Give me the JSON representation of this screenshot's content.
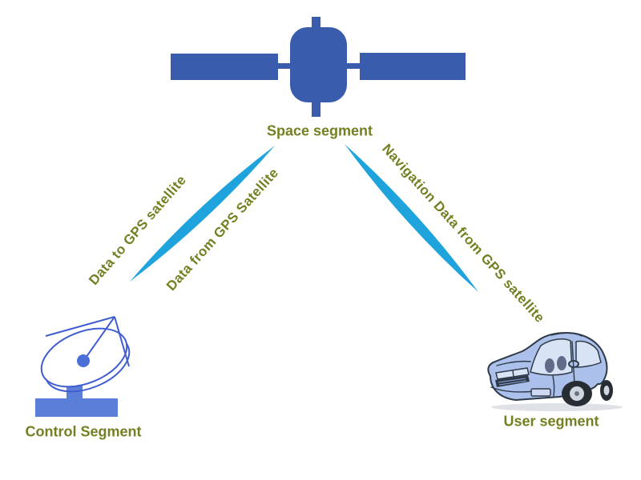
{
  "colors": {
    "background": "#ffffff",
    "satellite_blue": "#3a5cad",
    "beam_cyan": "#1fa3dc",
    "label_olive": "#748021",
    "dish_line_blue": "#3f5dd0",
    "dish_hub_blue": "#4a6fd6",
    "pedestal_blue": "#5b7ed9",
    "car_body_blue": "#abc0eb",
    "car_outline": "#2e3a47",
    "glass_blue": "#d9e3f6",
    "wheel_dark": "#282d33",
    "hub_light": "#cfd6e0",
    "shadow_gray": "#cdd1d7"
  },
  "nodes": {
    "space": {
      "label": "Space segment",
      "icon": "satellite-icon"
    },
    "control": {
      "label": "Control Segment",
      "icon": "satellite-dish-icon"
    },
    "user": {
      "label": "User segment",
      "icon": "car-icon"
    }
  },
  "links": {
    "control_to_space": {
      "label": "Data to GPS satellite",
      "between": [
        "control",
        "space"
      ]
    },
    "space_to_control": {
      "label": "Data from GPS Satellite",
      "between": [
        "space",
        "control"
      ]
    },
    "space_to_user": {
      "label": "Navigation Data from GPS satellite",
      "between": [
        "space",
        "user"
      ]
    }
  }
}
